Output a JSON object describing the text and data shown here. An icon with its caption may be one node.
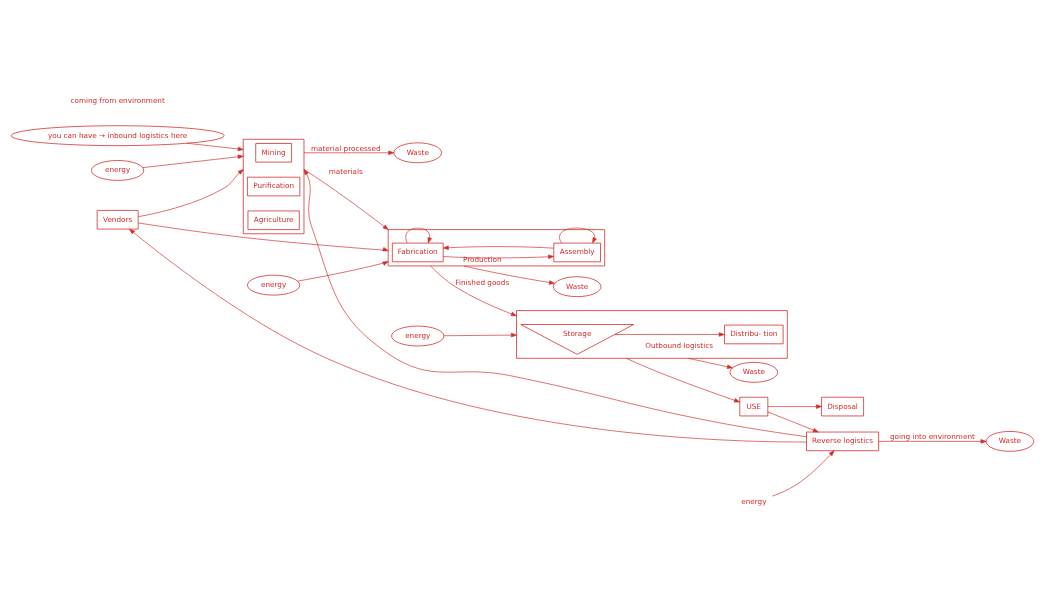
{
  "diagram": {
    "nodes": [
      {
        "text": [
          "you can have → inbound logistics here"
        ]
      },
      {
        "text": [
          "energy"
        ]
      },
      {
        "text": [],
        "shape": "box"
      },
      {
        "text": [
          "Mining"
        ],
        "in": 2
      },
      {
        "text": [
          "Purification"
        ],
        "in": 2
      },
      {
        "text": [
          "Agriculture"
        ],
        "in": 2
      },
      {
        "text": [
          "Vendors"
        ]
      },
      {
        "text": [
          "Waste"
        ]
      },
      {
        "text": [
          "energy"
        ]
      },
      {
        "text": [],
        "shape": "box"
      },
      {
        "text": [
          "Fabrication"
        ],
        "in": 9
      },
      {
        "text": [
          "Assembly"
        ],
        "in": 9
      },
      {
        "text": [
          "Waste"
        ]
      },
      {
        "text": [
          "energy"
        ]
      },
      {
        "text": [],
        "shape": "box"
      },
      {
        "text": [
          "Storage"
        ],
        "in": 14
      },
      {
        "text": [
          "Distribu- tion"
        ],
        "in": 14
      },
      {
        "text": [
          "Waste"
        ]
      },
      {
        "text": [
          "Disposal"
        ]
      },
      {
        "text": [
          "USE"
        ]
      },
      {
        "text": [
          "Reverse logistics"
        ]
      },
      {
        "text": [
          "Waste"
        ]
      },
      {
        "text": [
          "energy"
        ]
      }
    ],
    "edges": [
      {
        "from": 0,
        "to": 2,
        "arrow": "to"
      },
      {
        "from": 1,
        "to": 2,
        "arrow": "to"
      },
      {
        "from": 6,
        "to": 2,
        "arrow": "to"
      },
      {
        "from": 20,
        "to": 2,
        "arrow": "to"
      },
      {
        "from": 2,
        "to": 7,
        "arrow": "to",
        "label": "material processed"
      },
      {
        "from": 2,
        "to": 9,
        "arrow": "to",
        "label": "materials"
      },
      {
        "from": 6,
        "to": 9,
        "arrow": "to"
      },
      {
        "from": 20,
        "to": 6,
        "arrow": "to"
      },
      {
        "from": 8,
        "to": 9,
        "arrow": "to"
      },
      {
        "from": 10,
        "to": 10,
        "arrow": "to"
      },
      {
        "from": 10,
        "to": 11,
        "arrow": "to"
      },
      {
        "from": 11,
        "to": 10,
        "arrow": "to"
      },
      {
        "from": 11,
        "to": 11,
        "arrow": "to"
      },
      {
        "from": 9,
        "to": 12,
        "arrow": "to",
        "label": "Production"
      },
      {
        "from": 9,
        "to": 14,
        "arrow": "to",
        "label": "Finished goods"
      },
      {
        "from": 13,
        "to": 14,
        "arrow": "to"
      },
      {
        "from": 15,
        "to": 16,
        "arrow": "to"
      },
      {
        "from": 14,
        "to": 17,
        "arrow": "to",
        "label": "Outbound logistics"
      },
      {
        "from": 14,
        "to": 19,
        "arrow": "to"
      },
      {
        "from": 19,
        "to": 18,
        "arrow": "to"
      },
      {
        "from": 19,
        "to": 20,
        "arrow": "to"
      },
      {
        "from": 22,
        "to": 20,
        "arrow": "to"
      },
      {
        "from": 20,
        "to": 21,
        "arrow": "to",
        "label": "going into environment"
      }
    ],
    "labels": [
      "coming from environment"
    ]
  }
}
